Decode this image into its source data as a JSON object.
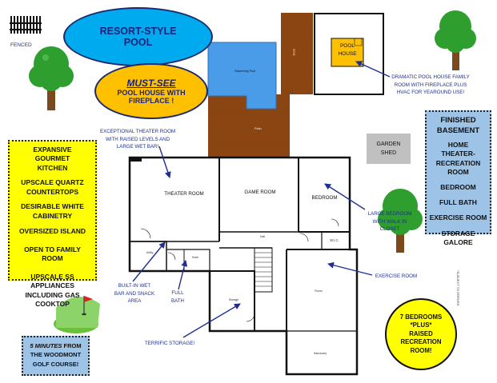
{
  "pool_ellipse": {
    "line1": "RESORT-STYLE",
    "line2": "POOL"
  },
  "poolhouse_ellipse": {
    "line1": "MUST-SEE",
    "line2": "POOL HOUSE WITH",
    "line3": "FIREPLACE !"
  },
  "fence_label": "FENCED",
  "pool_label": "Swimming Pool",
  "deck_label_upper": "Deck",
  "deck_label_lower": "Patio",
  "pool_house_box": {
    "line1": "POOL",
    "line2": "HOUSE"
  },
  "pool_house_note": [
    "DRAMATIC POOL HOUSE FAMILY",
    "ROOM WITH FIREPLACE PLUS",
    "HVAC FOR YEAROUND USE!"
  ],
  "garden_shed": {
    "line1": "GARDEN",
    "line2": "SHED"
  },
  "kitchen_box": {
    "items": [
      "EXPANSIVE GOURMET KITCHEN",
      "UPSCALE QUARTZ COUNTERTOPS",
      "DESIRABLE WHITE CABINETRY",
      "OVERSIZED ISLAND",
      "OPEN TO FAMILY ROOM",
      "UPSCALE SS APPLIANCES INCLUDING GAS COOKTOP"
    ]
  },
  "basement_box": {
    "title1": "FINISHED",
    "title2": "BASEMENT",
    "items": [
      "HOME THEATER-RECREATION ROOM",
      "BEDROOM",
      "FULL BATH",
      "EXERCISE ROOM",
      "STORAGE GALORE"
    ]
  },
  "theater_note": [
    "EXCEPTIONAL THEATER ROOM",
    "WITH RAISED LEVELS AND",
    "LARGE WET BAR!"
  ],
  "bedroom_note": [
    "LARGE BEDROOM",
    "WITH WALK IN",
    "CLOSET"
  ],
  "exercise_note": "EXERCISE ROOM",
  "wetbar_note": [
    "BUILT-IN WET",
    "BAR AND SNACK",
    "AREA"
  ],
  "fullbath_note": [
    "FULL",
    "BATH"
  ],
  "storage_note": "TERRIFIC STORAGE!",
  "rooms": {
    "theater": "THEATER ROOM",
    "game": "GAME ROOM",
    "bedroom": "BEDROOM",
    "hall": "Hall",
    "wic": "W.I.C.",
    "utility": "Utility",
    "bath": "Bath",
    "storage": "Storage",
    "room": "Room",
    "sanctuary": "Sanctuary"
  },
  "golf_box": {
    "line1a": "5 MINUTES",
    "line1b": " FROM",
    "line2": "THE WOODMONT",
    "line3": "GOLF COURSE!"
  },
  "bedrooms_circle": {
    "line1": "7 BEDROOMS",
    "line2": "*PLUS*",
    "line3": "RAISED",
    "line4": "RECREATION",
    "line5": "ROOM!"
  },
  "side_text": "*SUBJECT TO ERRORS",
  "colors": {
    "ellipse_blue": "#00aaee",
    "ellipse_orange": "#ffc000",
    "kitchen_yellow": "#ffff00",
    "basement_blue": "#9dc3e6",
    "pool": "#4a9be8",
    "deck": "#8b4513",
    "note_blue": "#1f2f8f",
    "shed": "#c0c0c0",
    "pool_house": "#ffc000"
  }
}
